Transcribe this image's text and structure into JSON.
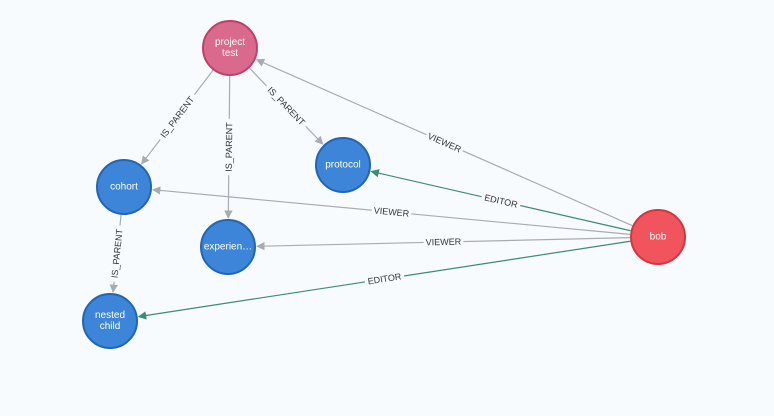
{
  "graph": {
    "colors": {
      "background": "#f7fbfe",
      "project_fill": "#d9698d",
      "project_stroke": "#c0406a",
      "resource_fill": "#3d85d8",
      "resource_stroke": "#2265b5",
      "user_fill": "#f1545d",
      "user_stroke": "#d23640",
      "edge_default": "#a8acb1",
      "edge_editor": "#3c8b73"
    },
    "nodes": [
      {
        "id": "project",
        "kind": "project",
        "lines": [
          "project",
          "test"
        ]
      },
      {
        "id": "cohort",
        "kind": "resource",
        "lines": [
          "cohort"
        ]
      },
      {
        "id": "experiment",
        "kind": "resource",
        "lines": [
          "experien…"
        ]
      },
      {
        "id": "protocol",
        "kind": "resource",
        "lines": [
          "protocol"
        ]
      },
      {
        "id": "nested",
        "kind": "resource",
        "lines": [
          "nested",
          "child"
        ]
      },
      {
        "id": "bob",
        "kind": "user",
        "lines": [
          "bob"
        ]
      }
    ],
    "edges": [
      {
        "id": "project-cohort",
        "from": "project",
        "to": "cohort",
        "label": "IS_PARENT",
        "type": "default"
      },
      {
        "id": "project-experiment",
        "from": "project",
        "to": "experiment",
        "label": "IS_PARENT",
        "type": "default"
      },
      {
        "id": "project-protocol",
        "from": "project",
        "to": "protocol",
        "label": "IS_PARENT",
        "type": "default"
      },
      {
        "id": "cohort-nested",
        "from": "cohort",
        "to": "nested",
        "label": "IS_PARENT",
        "type": "default"
      },
      {
        "id": "bob-project",
        "from": "bob",
        "to": "project",
        "label": "VIEWER",
        "type": "default"
      },
      {
        "id": "bob-protocol",
        "from": "bob",
        "to": "protocol",
        "label": "EDITOR",
        "type": "editor"
      },
      {
        "id": "bob-cohort",
        "from": "bob",
        "to": "cohort",
        "label": "VIEWER",
        "type": "default"
      },
      {
        "id": "bob-experiment",
        "from": "bob",
        "to": "experiment",
        "label": "VIEWER",
        "type": "default"
      },
      {
        "id": "bob-nested",
        "from": "bob",
        "to": "nested",
        "label": "EDITOR",
        "type": "editor"
      }
    ]
  }
}
